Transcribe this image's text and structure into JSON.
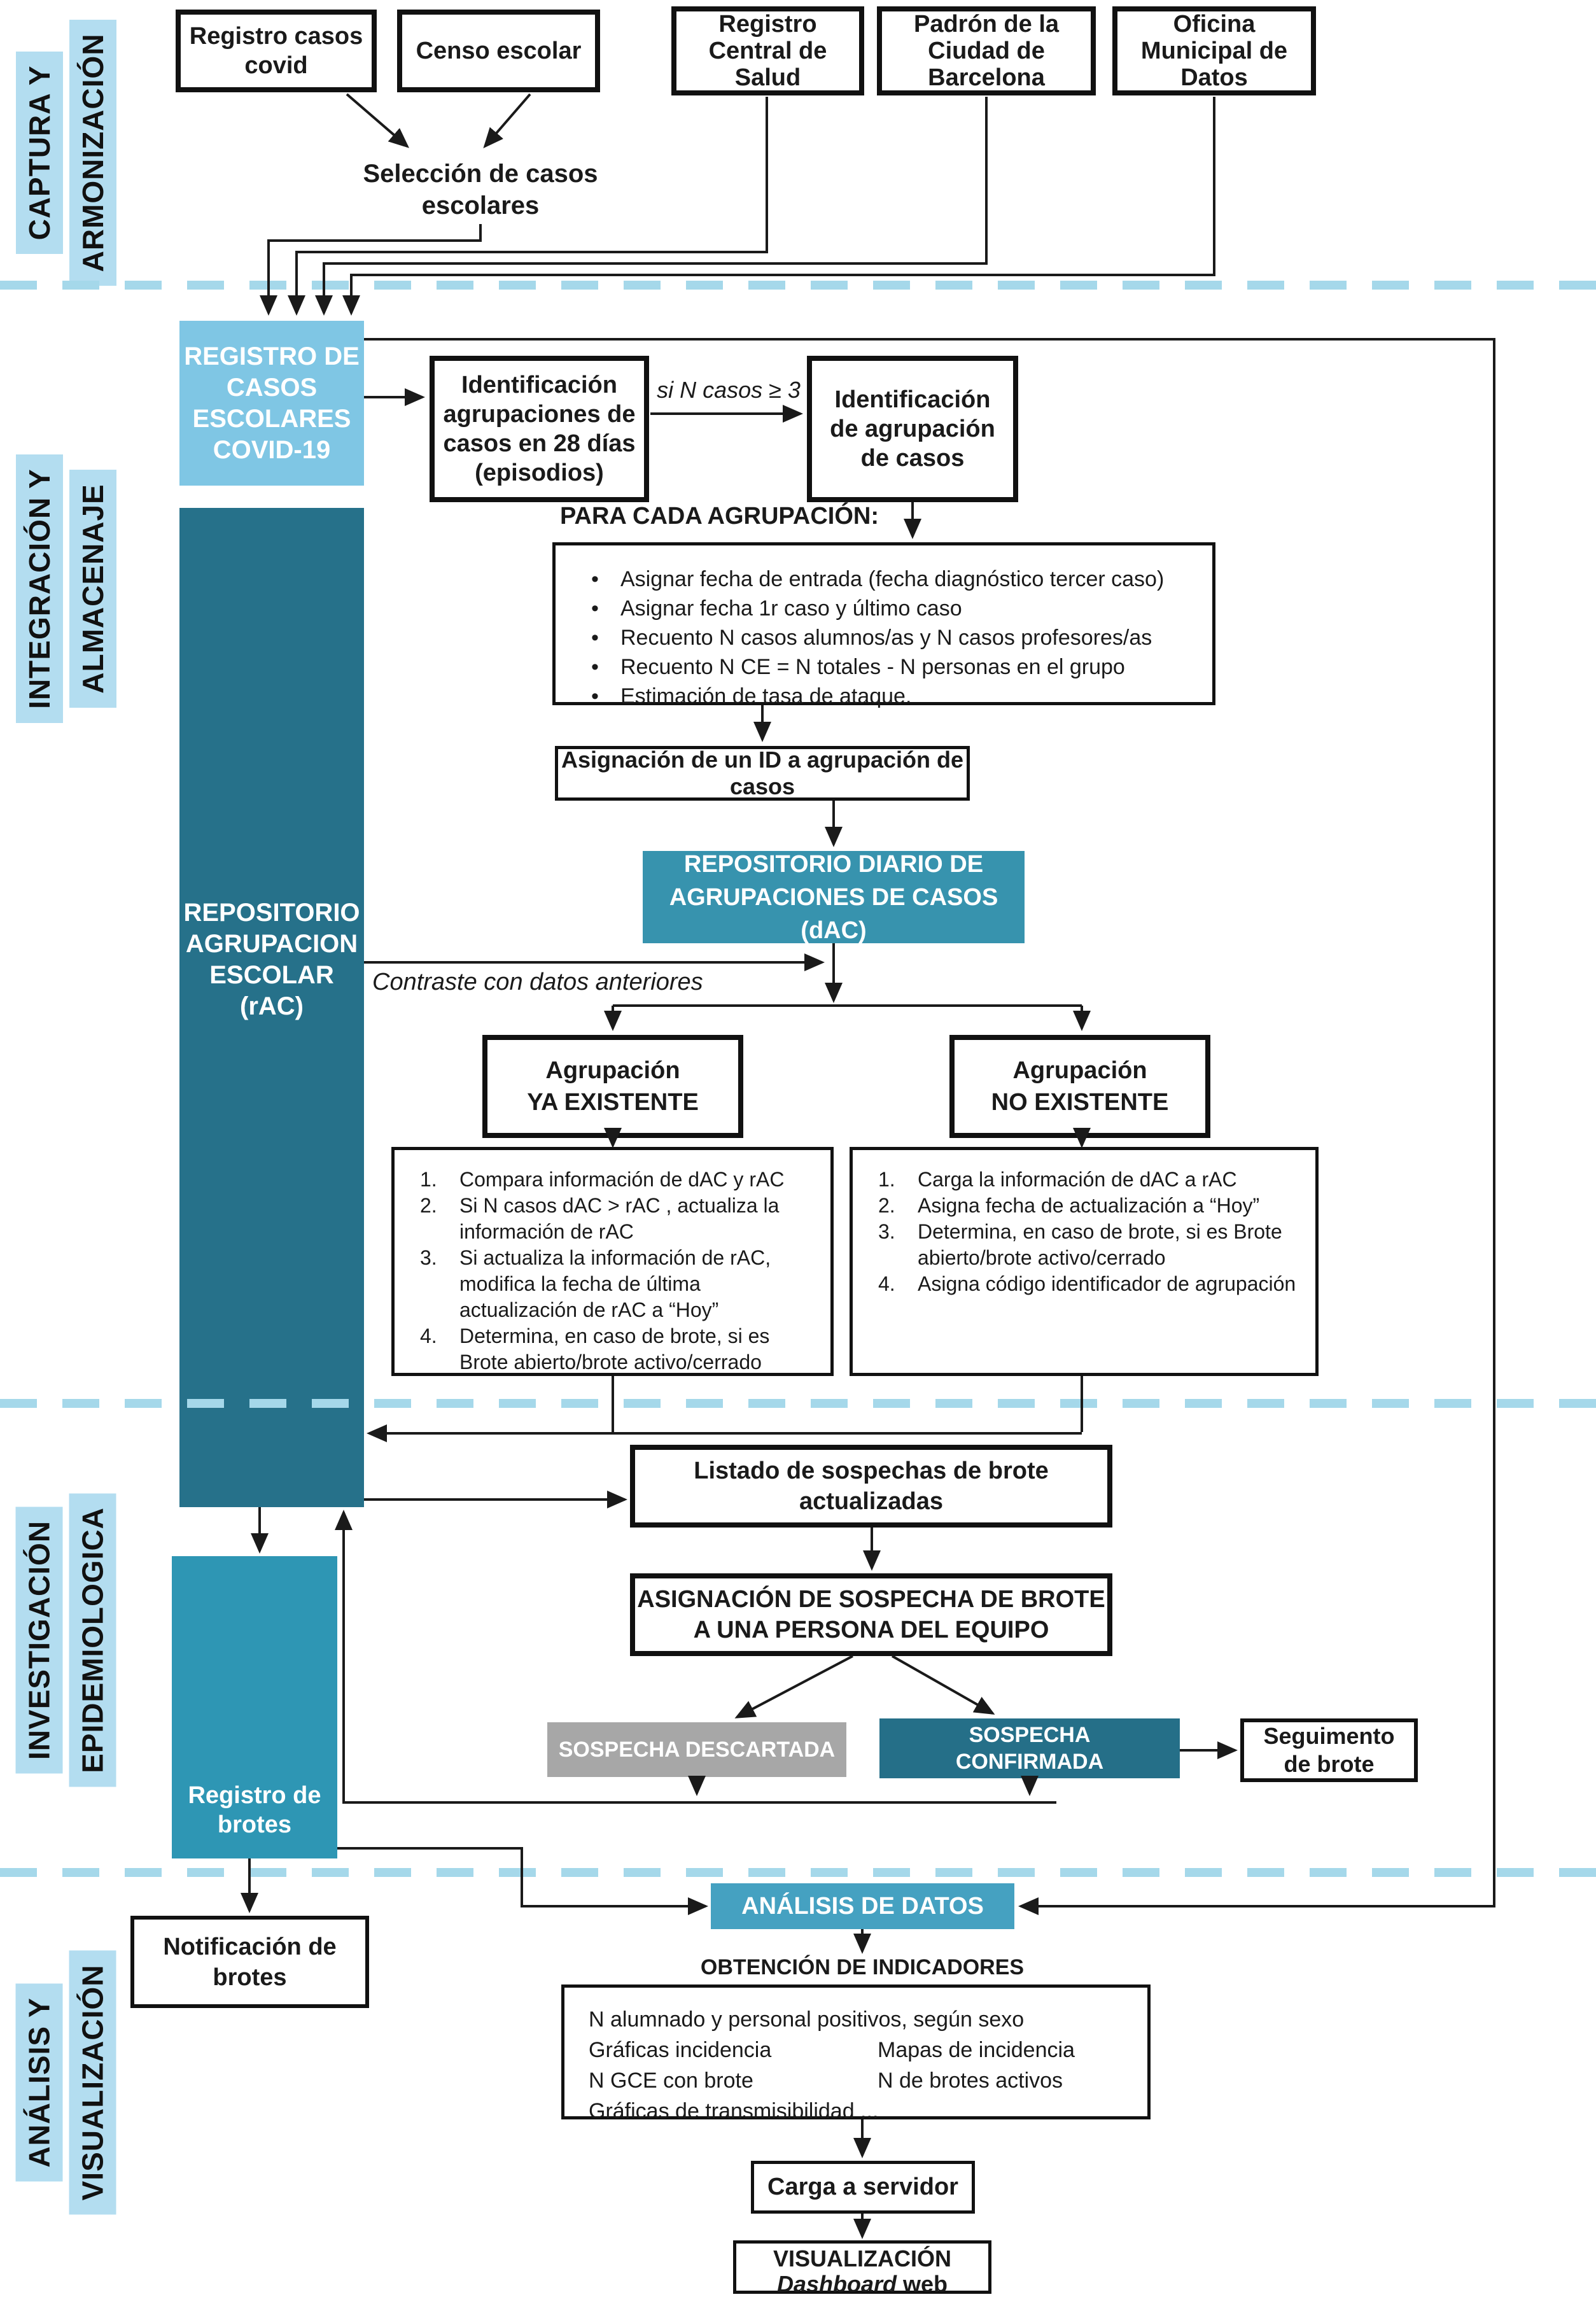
{
  "sections": [
    {
      "line1": "CAPTURA Y",
      "line2": "ARMONIZACIÓN"
    },
    {
      "line1": "INTEGRACIÓN Y",
      "line2": "ALMACENAJE"
    },
    {
      "line1": "INVESTIGACIÓN",
      "line2": "EPIDEMIOLOGICA"
    },
    {
      "line1": "ANÁLISIS Y",
      "line2": "VISUALIZACIÓN"
    }
  ],
  "sources": {
    "covid_registry": "Registro casos\ncovid",
    "school_census": "Censo escolar",
    "central_health": "Registro\nCentral de\nSalud",
    "padron": "Padrón de la\nCiudad de\nBarcelona",
    "municipal_office": "Oficina\nMunicipal de\nDatos"
  },
  "capture": {
    "seleccion": "Selección de casos\nescolares"
  },
  "integration": {
    "registro_casos": "REGISTRO DE\nCASOS\nESCOLARES\nCOVID-19",
    "identificacion_agrupaciones": "Identificación\nagrupaciones de\ncasos en 28 días\n(episodios)",
    "condition": "si N casos ≥ 3",
    "identificacion_agrupacion": "Identificación\nde agrupación\nde casos",
    "para_cada_title": "PARA CADA AGRUPACIÓN:",
    "para_cada_items": [
      "Asignar fecha de entrada (fecha diagnóstico tercer caso)",
      "Asignar fecha 1r caso y último caso",
      "Recuento N casos alumnos/as y N casos profesores/as",
      "Recuento N CE = N totales  - N personas en el grupo",
      "Estimación de tasa de ataque."
    ],
    "asignacion_id": "Asignación de un ID a agrupación de casos",
    "dac": "REPOSITORIO DIARIO DE\nAGRUPACIONES DE CASOS (dAC)",
    "contraste": "Contraste con datos anteriores",
    "rac": "REPOSITORIO\nAGRUPACION\nESCOLAR\n(rAC)",
    "ya_existente": "Agrupación\nYA EXISTENTE",
    "no_existente": "Agrupación\nNO EXISTENTE",
    "ya_steps": [
      "Compara información de dAC y rAC",
      "Si N casos dAC > rAC , actualiza la información de rAC",
      "Si actualiza la información de rAC, modifica la fecha de última actualización de rAC a “Hoy”",
      "Determina, en caso de brote, si es Brote abierto/brote activo/cerrado"
    ],
    "no_steps": [
      "Carga la información de dAC a rAC",
      "Asigna fecha de actualización a “Hoy”",
      "Determina, en caso de brote, si es Brote abierto/brote activo/cerrado",
      "Asigna código identificador de agrupación"
    ]
  },
  "investigation": {
    "listado": "Listado de sospechas de brote\nactualizadas",
    "asignacion_sospecha": "ASIGNACIÓN DE SOSPECHA DE BROTE\nA UNA PERSONA DEL EQUIPO",
    "descartada": "SOSPECHA DESCARTADA",
    "confirmada": "SOSPECHA\nCONFIRMADA",
    "seguimiento": "Seguimento\nde brote",
    "registro_brotes": "Registro de\nbrotes"
  },
  "analysis": {
    "notificacion": "Notificación de\nbrotes",
    "analisis_datos": "ANÁLISIS DE DATOS",
    "obtencion": "OBTENCIÓN DE INDICADORES",
    "indicators_line1": "N alumnado y personal positivos, según sexo",
    "indicators_pairs": [
      {
        "left": "Gráficas incidencia",
        "right": "Mapas de incidencia"
      },
      {
        "left": "N GCE con brote",
        "right": "N de brotes activos"
      }
    ],
    "indicators_last": "Gráficas de transmisibilidad ...",
    "carga": "Carga a servidor",
    "visualizacion_line1": "VISUALIZACIÓN",
    "visualizacion_line2_italic": "Dashboard",
    "visualizacion_line2_rest": " web"
  },
  "colors": {
    "band": "#b3ddf0",
    "dash": "#a5d8ea",
    "light_blue_box": "#7fc6e4",
    "dark_teal": "#26718a",
    "mid_teal": "#3793ae",
    "registro_brotes_teal": "#2e96b4",
    "confirm_teal": "#256f88",
    "analysis_teal": "#45a1c1",
    "gray": "#a7a7a7",
    "line": "#1a1a1a"
  }
}
